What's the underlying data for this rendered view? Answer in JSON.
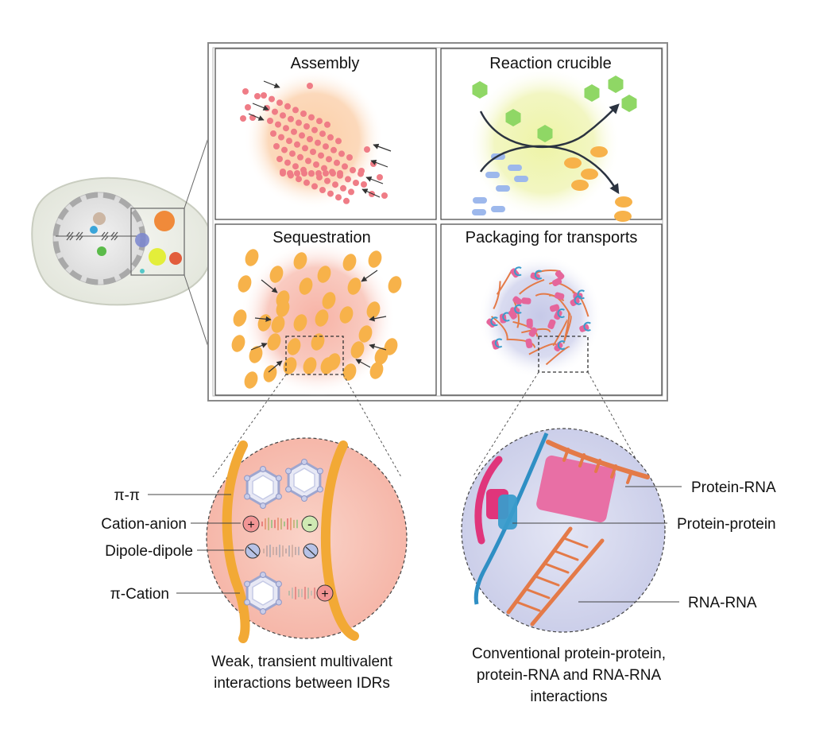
{
  "panels": {
    "assembly": "Assembly",
    "reaction": "Reaction crucible",
    "sequestration": "Sequestration",
    "packaging": "Packaging for transports"
  },
  "left_zoom": {
    "labels": [
      "π-π",
      "Cation-anion",
      "Dipole-dipole",
      "π-Cation"
    ],
    "plus": "+",
    "minus": "-",
    "caption": [
      "Weak, transient multivalent",
      "interactions between IDRs"
    ]
  },
  "right_zoom": {
    "labels": [
      "Protein-RNA",
      "Protein-protein",
      "RNA-RNA"
    ],
    "caption": [
      "Conventional protein-protein,",
      "protein-RNA and RNA-RNA",
      "interactions"
    ]
  },
  "colors": {
    "assembly_glow": "#f9c49a",
    "assembly_dot": "#ef7c86",
    "reaction_glow": "#eaf29a",
    "hexagon": "#8fd765",
    "ellipse": "#f7b24a",
    "pill": "#9db8ec",
    "sequestration_glow": "#f6a99e",
    "packaging_glow": "#c3c6e6",
    "rna": "#e47a48",
    "protein": "#e5659b",
    "frame": "#777777"
  }
}
